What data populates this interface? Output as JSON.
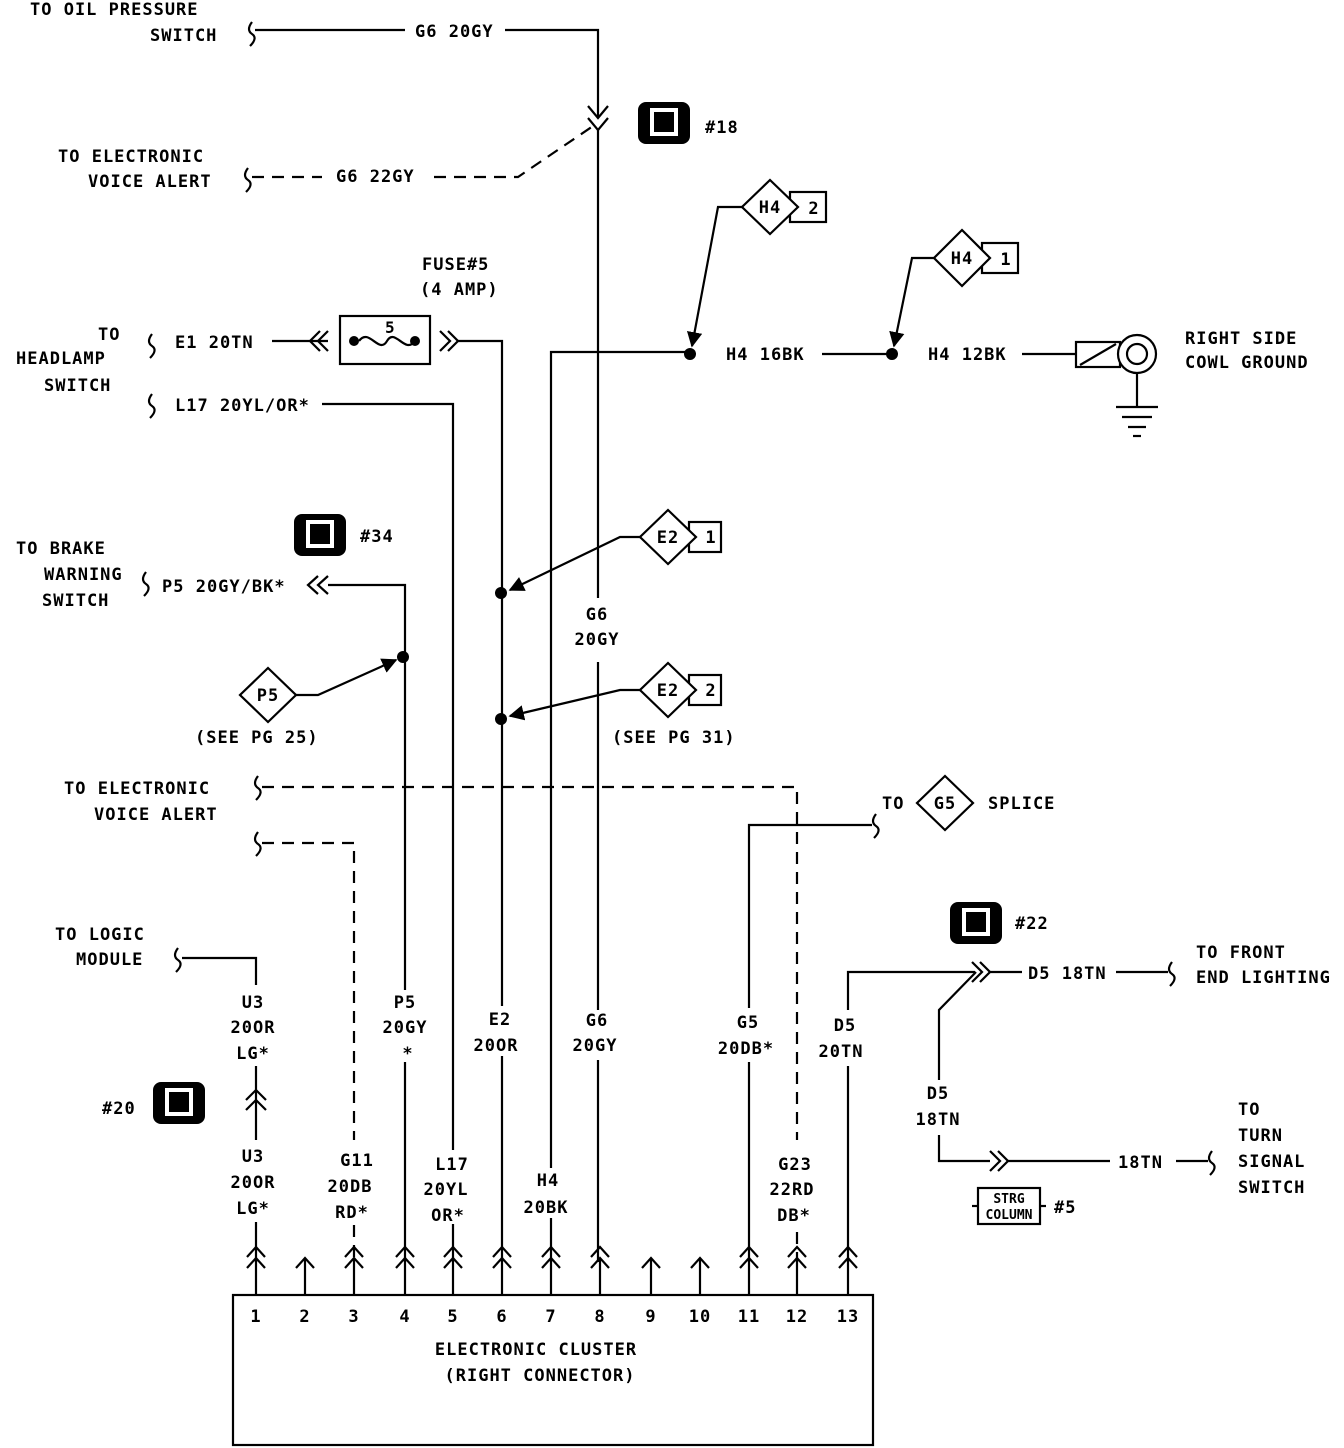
{
  "colors": {
    "ink": "#000000",
    "paper": "#ffffff"
  },
  "labels": {
    "oil_pressure_1": "TO OIL PRESSURE",
    "oil_pressure_2": "SWITCH",
    "g6_20gy_top": "G6 20GY",
    "connector_18": "#18",
    "eva_top_1": "TO ELECTRONIC",
    "eva_top_2": "VOICE ALERT",
    "g6_22gy": "G6 22GY",
    "fuse_1": "FUSE#5",
    "fuse_2": "(4 AMP)",
    "fuse_number": "5",
    "headlamp_1": "TO",
    "headlamp_2": "HEADLAMP",
    "headlamp_3": "SWITCH",
    "e1_20tn": "E1 20TN",
    "l17_20yl_or": "L17 20YL/OR*",
    "h4_16bk": "H4 16BK",
    "h4_12bk": "H4 12BK",
    "ground_1": "RIGHT SIDE",
    "ground_2": "COWL GROUND",
    "brake_1": "TO BRAKE",
    "brake_2": "WARNING",
    "brake_3": "SWITCH",
    "p5_20gy_bk": "P5 20GY/BK*",
    "connector_34": "#34",
    "g6_mid_1": "G6",
    "g6_mid_2": "20GY",
    "see_pg_25": "(SEE PG 25)",
    "see_pg_31": "(SEE PG 31)",
    "eva_low_1": "TO ELECTRONIC",
    "eva_low_2": "VOICE ALERT",
    "g5_to": "TO",
    "g5_splice": "SPLICE",
    "logic_1": "TO LOGIC",
    "logic_2": "MODULE",
    "connector_20": "#20",
    "connector_22": "#22",
    "front_1": "TO FRONT",
    "front_2": "END LIGHTING",
    "d5_18tn_top": "D5 18TN",
    "d5_mid_1": "D5",
    "d5_mid_2": "18TN",
    "tn_18": "18TN",
    "turn_1": "TO",
    "turn_2": "TURN",
    "turn_3": "SIGNAL",
    "turn_4": "SWITCH",
    "strg_1": "STRG",
    "strg_2": "COLUMN",
    "strg_num": "#5",
    "cluster_1": "ELECTRONIC CLUSTER",
    "cluster_2": "(RIGHT CONNECTOR)"
  },
  "splice_tags": [
    {
      "id": "h4_2",
      "code": "H4",
      "number": "2"
    },
    {
      "id": "h4_1",
      "code": "H4",
      "number": "1"
    },
    {
      "id": "e2_1",
      "code": "E2",
      "number": "1"
    },
    {
      "id": "e2_2",
      "code": "E2",
      "number": "2"
    },
    {
      "id": "p5",
      "code": "P5",
      "number": ""
    },
    {
      "id": "g5",
      "code": "G5",
      "number": ""
    }
  ],
  "wire_labels": [
    {
      "id": "u3_upper",
      "lines": [
        "U3",
        "20OR",
        "LG*"
      ]
    },
    {
      "id": "u3_lower",
      "lines": [
        "U3",
        "20OR",
        "LG*"
      ]
    },
    {
      "id": "g11",
      "lines": [
        "G11",
        "20DB",
        "RD*"
      ]
    },
    {
      "id": "p5_pin",
      "lines": [
        "P5",
        "20GY",
        "*"
      ]
    },
    {
      "id": "l17_pin",
      "lines": [
        "L17",
        "20YL",
        "OR*"
      ]
    },
    {
      "id": "e2_pin",
      "lines": [
        "E2",
        "20OR"
      ]
    },
    {
      "id": "h4_pin",
      "lines": [
        "H4",
        "20BK"
      ]
    },
    {
      "id": "g6_pin",
      "lines": [
        "G6",
        "20GY"
      ]
    },
    {
      "id": "g5_pin",
      "lines": [
        "G5",
        "20DB*"
      ]
    },
    {
      "id": "g23_pin",
      "lines": [
        "G23",
        "22RD",
        "DB*"
      ]
    },
    {
      "id": "d5_pin",
      "lines": [
        "D5",
        "20TN"
      ]
    }
  ],
  "pins": [
    "1",
    "2",
    "3",
    "4",
    "5",
    "6",
    "7",
    "8",
    "9",
    "10",
    "11",
    "12",
    "13"
  ]
}
